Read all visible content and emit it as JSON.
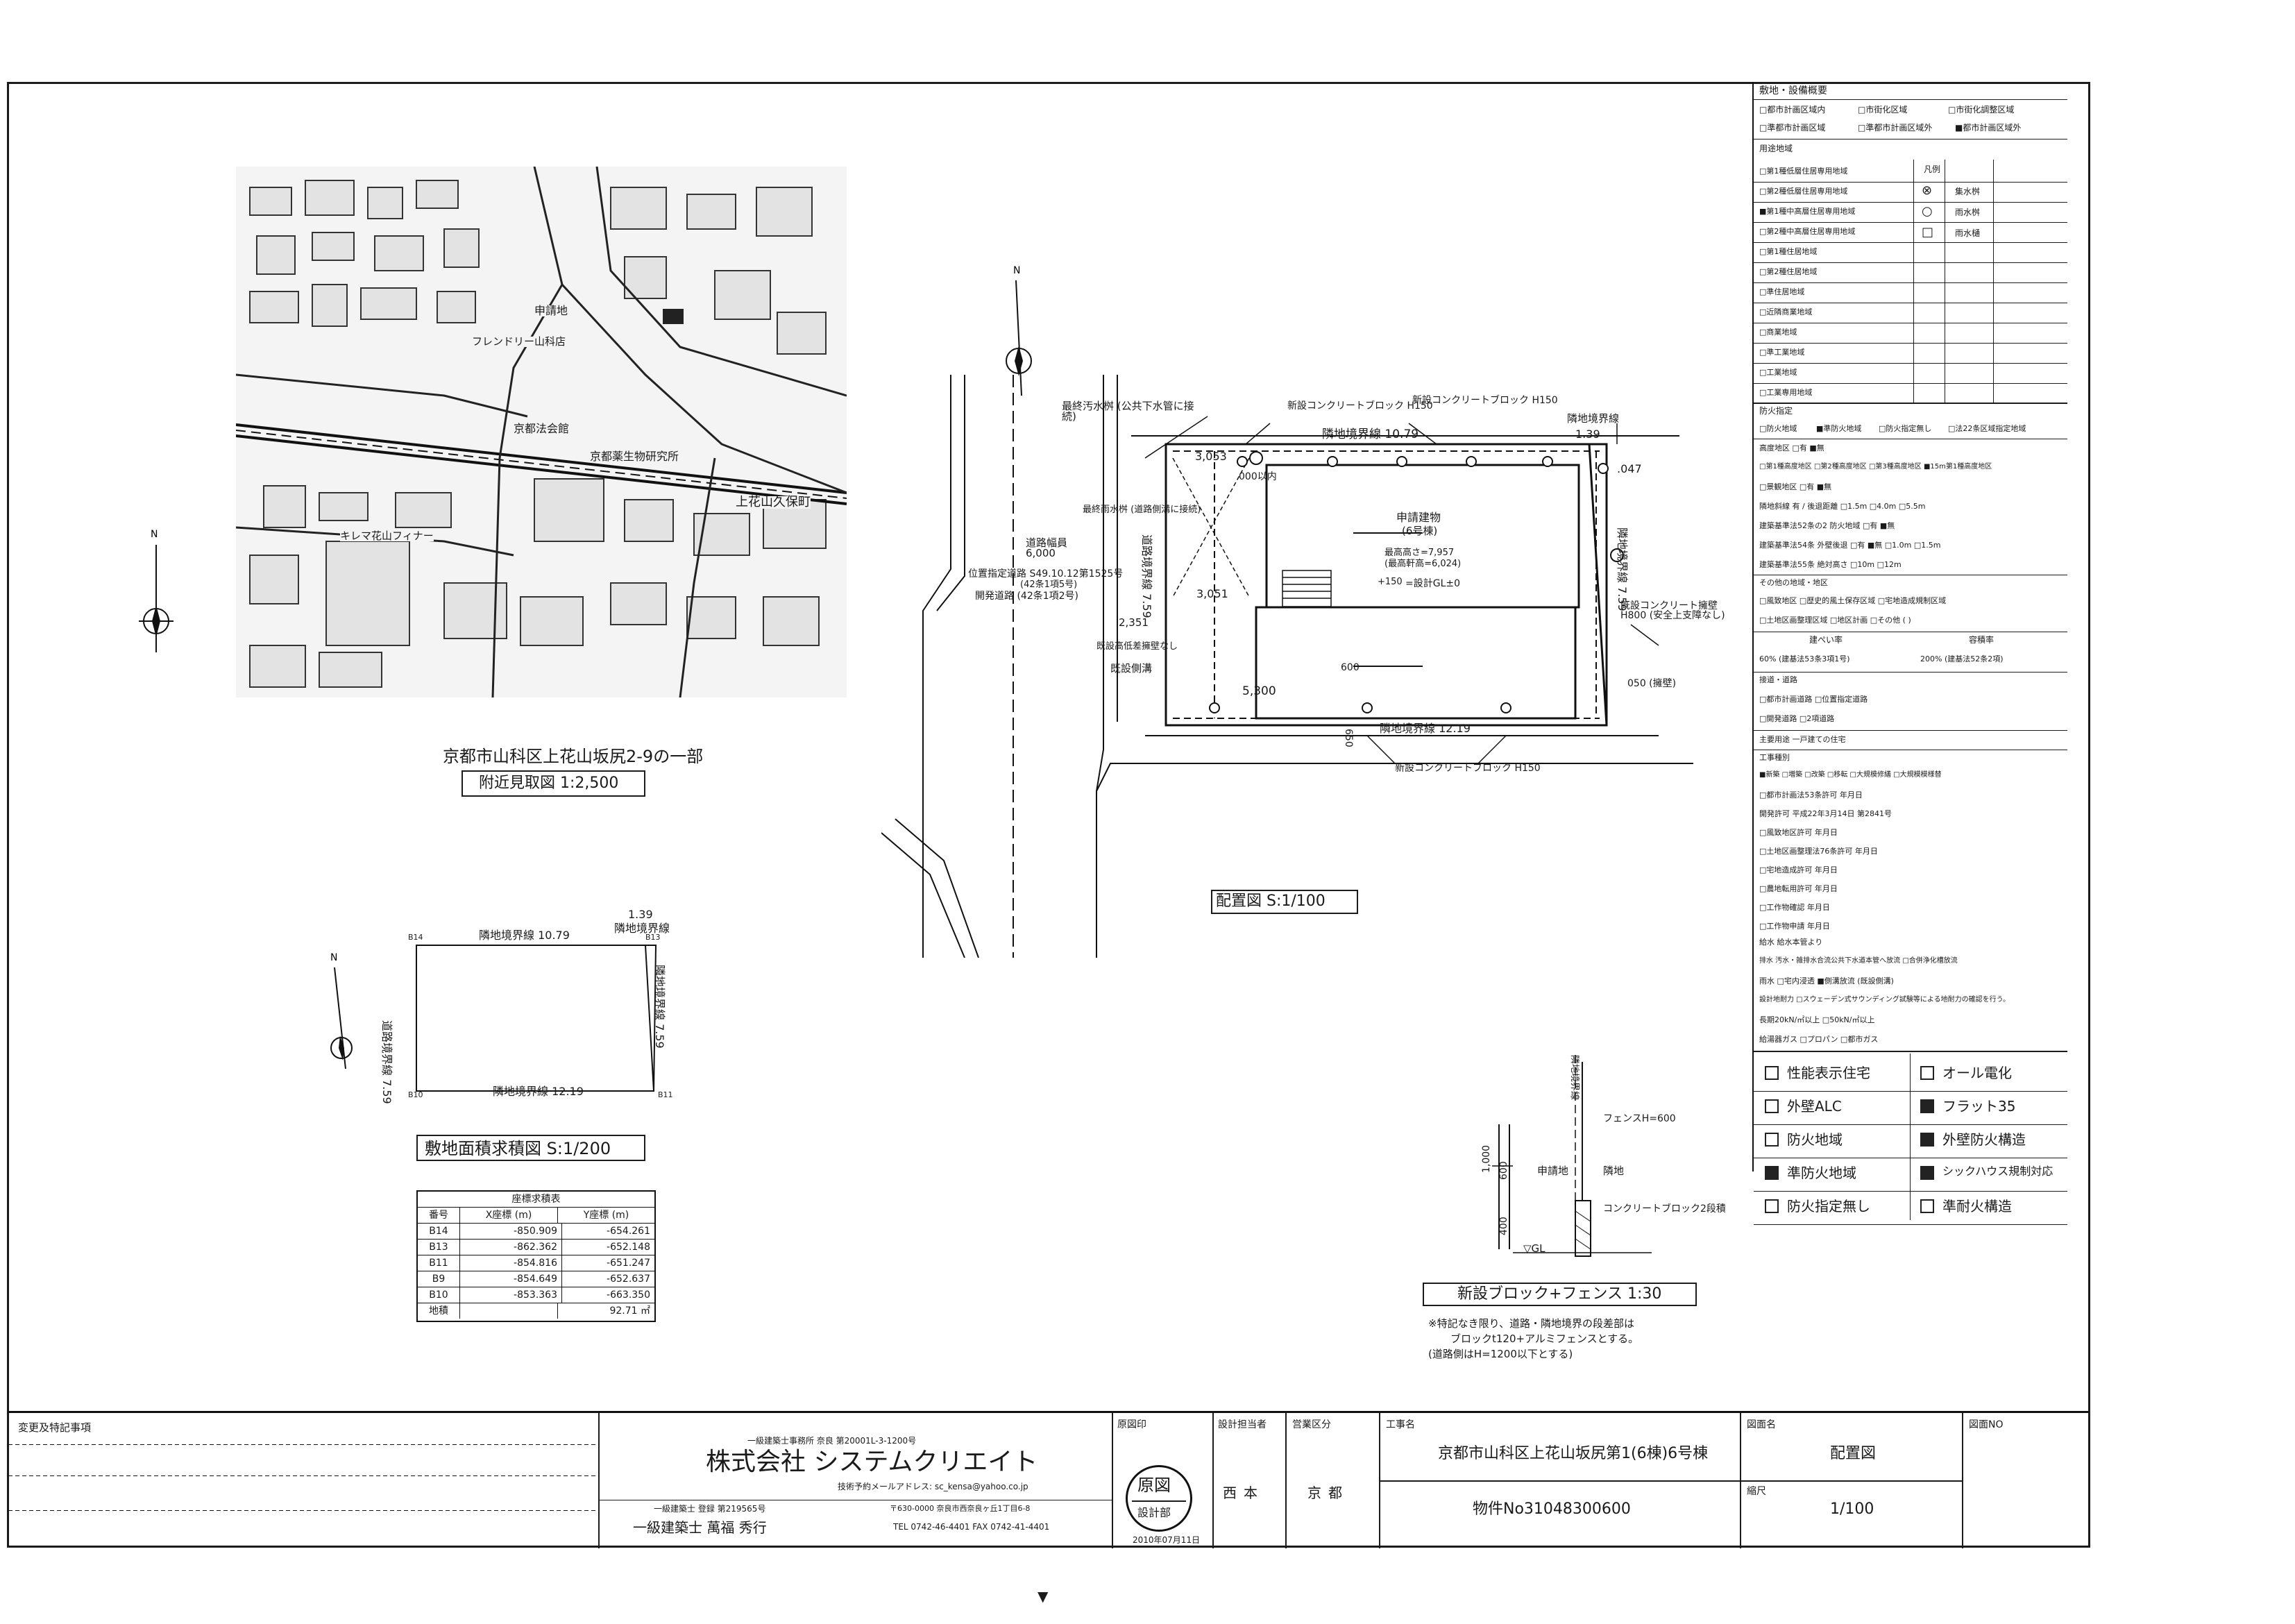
{
  "vicinity": {
    "place_labels": [
      "申請地",
      "京都法会館",
      "京都薬生物研究所",
      "上花山久保町",
      "フレンドリー山科店",
      "キレマ花山フィナー"
    ],
    "address": "京都市山科区上花山坂尻2-9の一部",
    "title": "附近見取図 1:2,500"
  },
  "site_area": {
    "title": "敷地面積求積図 S:1/200",
    "labels": {
      "top": "隣地境界線 10.79",
      "top_right_dim": "1.39",
      "top_right": "隣地境界線",
      "left": "道路境界線 7.59",
      "right": "隣地境界線 7.59",
      "bottom": "隣地境界線 12.19",
      "corner_tl": "B14",
      "corner_tr": "B13",
      "corner_bl": "B10",
      "corner_br": "B11"
    },
    "table": {
      "title": "座標求積表",
      "headers": [
        "番号",
        "X座標 (m)",
        "Y座標 (m)"
      ],
      "rows": [
        [
          "B14",
          "-850.909",
          "-654.261"
        ],
        [
          "B13",
          "-862.362",
          "-652.148"
        ],
        [
          "B11",
          "-854.816",
          "-651.247"
        ],
        [
          "B9",
          "-854.649",
          "-652.637"
        ],
        [
          "B10",
          "-853.363",
          "-663.350"
        ]
      ],
      "footer": [
        "地積",
        "92.71 ㎡"
      ]
    }
  },
  "layout_plan": {
    "title": "配置図 S:1/100",
    "labels": {
      "manhole": "最終汚水桝 (公共下水管に接続)",
      "new_block_150": "新設コンクリートブロック H150",
      "new_block_150b": "新設コンクリートブロック H150",
      "boundary_top": "隣地境界線 10.79",
      "boundary_top_right": "隣地境界線",
      "dim_139": "1.39",
      "dim_047": ".047",
      "rain_pit": "最終雨水桝 (道路側溝に接続)",
      "road_width": "道路幅員 6,000",
      "road_designation": "位置指定道路 S49.10.12第1525号",
      "road_designation2": "(42条1項5号)",
      "road_dev": "開発道路 (42条1項2号)",
      "dim_3053": "3,053",
      "dim_3051": "3,051",
      "dim_000": "000以内",
      "building": "申請建物",
      "building_no": "(6号棟)",
      "max_height": "最高高さ=7,957",
      "max_eave": "(最高軒高=6,024)",
      "gl": "=設計GL±0",
      "gl_mark": "+150",
      "dim_2351": "2,351",
      "existing_fence": "既設コンクリート擁壁H800 (安全上支障なし)",
      "no_fence": "既設高低差擁壁なし",
      "gutter": "既設側溝",
      "dim_5300": "5,300",
      "dim_600": "600",
      "boundary_bottom": "隣地境界線 12.19",
      "new_block_bottom": "新設コンクリートブロック H150",
      "road_boundary": "道路境界線 7.59",
      "neighbor_boundary": "隣地境界線 7.59",
      "dim_650": "650",
      "dim_050": "050 (擁壁)"
    }
  },
  "fence_detail": {
    "title": "新設ブロック+フェンス 1:30",
    "labels": {
      "fence": "フェンスH=600",
      "site": "申請地",
      "neighbor": "隣地",
      "block": "コンクリートブロック2段積",
      "dim_1000": "1,000",
      "dim_600": "600",
      "dim_400": "400",
      "gl": "▽GL",
      "boundary": "隣地境界線"
    },
    "note1": "※特記なき限り、道路・隣地境界の段差部は",
    "note2": "ブロックt120+アルミフェンスとする。",
    "note3": "(道路側はH=1200以下とする)"
  },
  "spec_panel": {
    "header": "敷地・設備概要",
    "row1": [
      "□都市計画区域内",
      "□市街化区域",
      "□市街化調整区域"
    ],
    "row2": [
      "□準都市計画区域",
      "□準都市計画区域外",
      "■都市計画区域外"
    ],
    "section_zone": "用途地域",
    "zones": [
      "□第1種低層住居専用地域",
      "□第2種低層住居専用地域",
      "■第1種中高層住居専用地域",
      "□第2種中高層住居専用地域",
      "□第1種住居地域",
      "□第2種住居地域",
      "□準住居地域",
      "□近隣商業地域",
      "□商業地域",
      "□準工業地域",
      "□工業地域",
      "□工業専用地域"
    ],
    "legend_header": "凡例",
    "legend": [
      "集水桝",
      "雨水桝",
      "雨水樋"
    ],
    "fire_header": "防火指定",
    "fire": [
      "□防火地域",
      "■準防火地域",
      "□防火指定無し",
      "□法22条区域指定地域"
    ],
    "height": "高度地区 □有 ■無",
    "height2": "□第1種高度地区 □第2種高度地区 □第3種高度地区 ■15m第1種高度地区",
    "landscape": "□景観地区 □有 ■無",
    "setback": "隣地斜線 有 / 後退距離 □1.5m □4.0m □5.5m",
    "s52": "建築基準法52条の2 防火地域 □有 ■無",
    "s54": "建築基準法54条 外壁後退 □有 ■無 □1.0m □1.5m",
    "s55": "建築基準法55条 絶対高さ □10m □12m",
    "other_header": "その他の地域・地区",
    "other1": "□風致地区 □歴史的風土保存区域 □宅地造成規制区域",
    "other2": "□土地区画整理区域 □地区計画 □その他 ( )",
    "ratio_headers": [
      "建ぺい率",
      "容積率"
    ],
    "ratio_values": [
      "60% (建基法53条3項1号)",
      "200% (建基法52条2項)"
    ],
    "road_header": "接道・道路",
    "road1": "□都市計画道路 □位置指定道路",
    "road2": "□開発道路 □2項道路",
    "use": "主要用途 一戸建ての住宅",
    "structure_header": "工事種別",
    "structure": "■新築 □増築 □改築 □移転 □大規模修繕 □大規模模様替",
    "permits": [
      "□都市計画法53条許可 年月日",
      "開発許可 平成22年3月14日 第2841号",
      "□風致地区許可 年月日",
      "□土地区画整理法76条許可 年月日",
      "□宅地造成許可 年月日",
      "□農地転用許可 年月日",
      "□工作物確認 年月日",
      "□工作物申請 年月日"
    ],
    "water": "給水 給水本管より",
    "drain": "排水 汚水・雑排水合流公共下水道本管へ放流 □合併浄化槽放流",
    "rain": "雨水 □宅内浸透 ■側溝放流 (既設側溝)",
    "design_note": "設計地耐力 □スウェーデン式サウンディング試験等による地耐力の確認を行う。",
    "capacity": "長期20kN/㎡以上 □50kN/㎡以上",
    "gas": "給湯器ガス □プロパン □都市ガス",
    "features": [
      {
        "label": "性能表示住宅",
        "on": false
      },
      {
        "label": "オール電化",
        "on": false
      },
      {
        "label": "外壁ALC",
        "on": false
      },
      {
        "label": "フラット35",
        "on": true
      },
      {
        "label": "防火地域",
        "on": false
      },
      {
        "label": "外壁防火構造",
        "on": true
      },
      {
        "label": "準防火地域",
        "on": true
      },
      {
        "label": "シックハウス規制対応",
        "on": true
      },
      {
        "label": "防火指定無し",
        "on": false
      },
      {
        "label": "準耐火構造",
        "on": false
      }
    ]
  },
  "title_block": {
    "revisions": "変更及特記事項",
    "firm_reg": "一級建築士事務所 奈良 第20001L-3-1200号",
    "firm": "株式会社 システムクリエイト",
    "email": "技術予約メールアドレス: sc_kensa@yahoo.co.jp",
    "arch_reg": "一級建築士 登録 第219565号",
    "architect": "一級建築士 萬福 秀行",
    "address": "〒630-0000 奈良市西奈良ヶ丘1丁目6-8",
    "tel": "TEL 0742-46-4401 FAX 0742-41-4401",
    "stamp_head": "原図印",
    "stamp_top": "原図",
    "stamp_bottom": "設計部",
    "date": "2010年07月11日",
    "designer_head": "設計担当者",
    "designer": "西本",
    "area_head": "営業区分",
    "area": "京都",
    "project_head": "工事名",
    "project": "京都市山科区上花山坂尻第1(6棟)6号棟",
    "property": "物件No31048300600",
    "drawing_head": "図面名",
    "drawing": "配置図",
    "scale_head": "縮尺",
    "scale": "1/100",
    "number_head": "図面NO"
  },
  "bottom_mark": "▼"
}
